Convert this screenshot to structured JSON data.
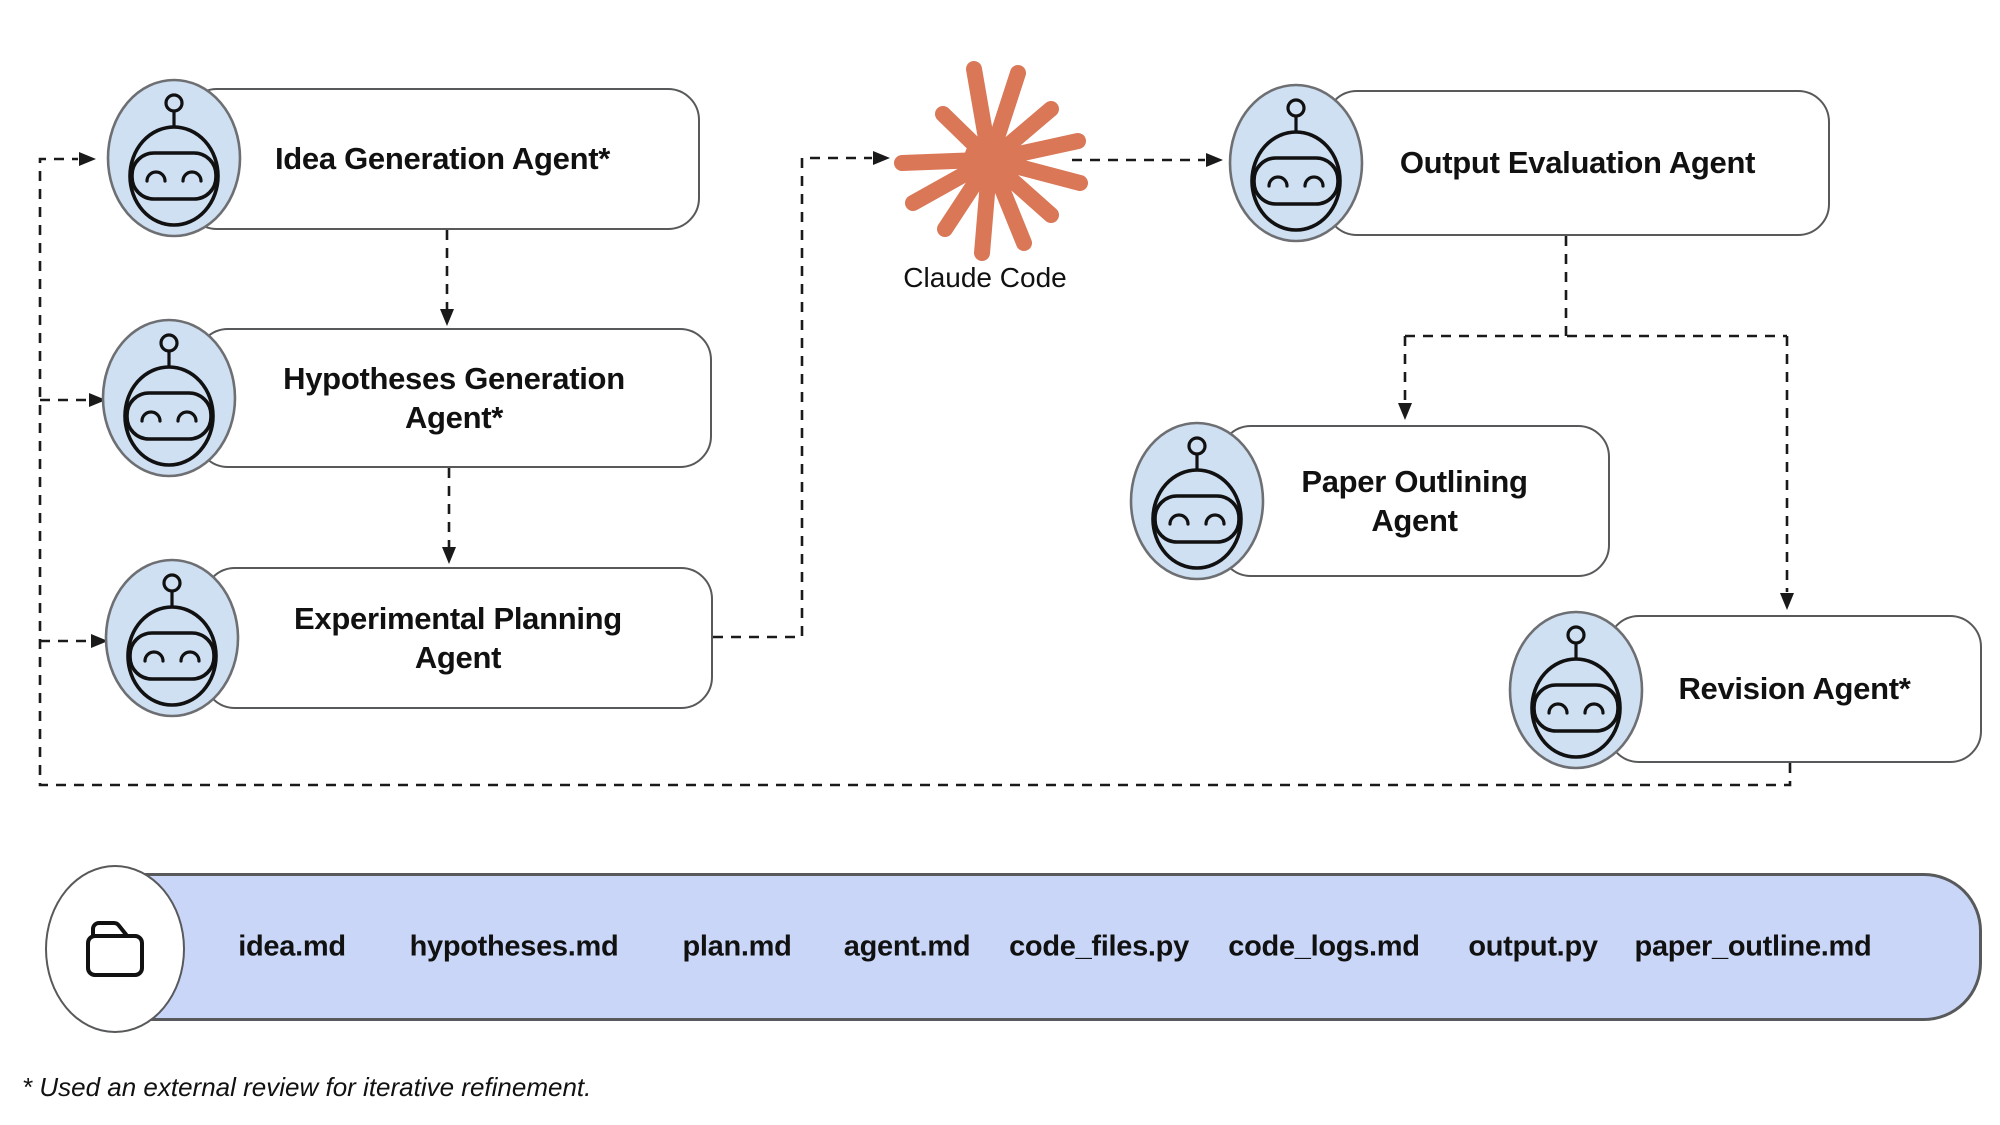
{
  "diagram": {
    "agents": [
      {
        "id": "idea",
        "label": "Idea Generation Agent*"
      },
      {
        "id": "hypotheses",
        "label": "Hypotheses Generation\nAgent*"
      },
      {
        "id": "experimental",
        "label": "Experimental Planning\nAgent"
      },
      {
        "id": "output",
        "label": "Output Evaluation Agent"
      },
      {
        "id": "paper",
        "label": "Paper Outlining\nAgent"
      },
      {
        "id": "revision",
        "label": "Revision Agent*"
      }
    ],
    "tool": {
      "label": "Claude Code",
      "icon": "claude-starburst-icon"
    },
    "files": [
      "idea.md",
      "hypotheses.md",
      "plan.md",
      "agent.md",
      "code_files.py",
      "code_logs.md",
      "output.py",
      "paper_outline.md"
    ],
    "footnote": "* Used an external review for iterative refinement."
  },
  "colors": {
    "claude_orange": "#d97757",
    "robot_blue": "#cfe0f3",
    "file_bar_blue": "#c9d6f7",
    "box_border_gray": "#58595b",
    "line_black": "#1a1a1a"
  }
}
